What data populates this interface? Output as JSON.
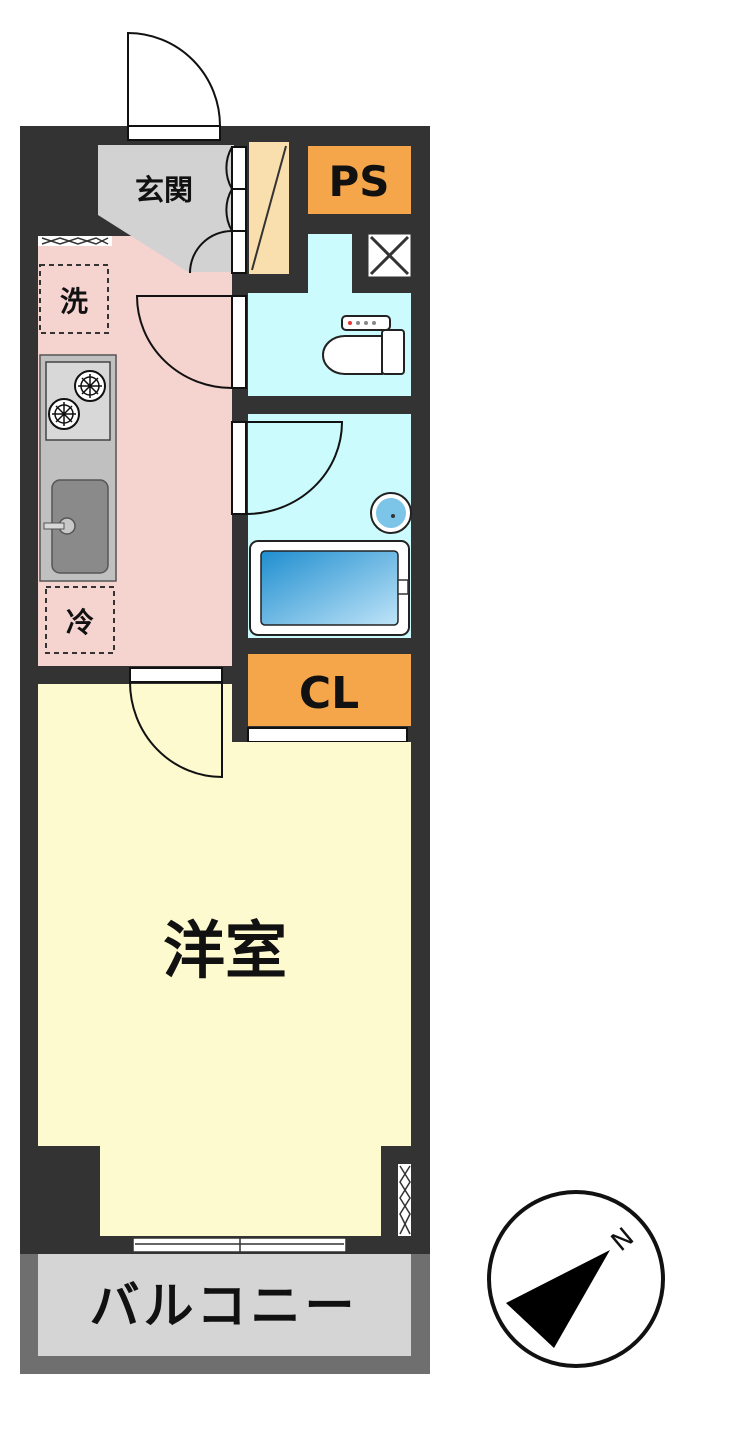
{
  "rooms": {
    "entrance": "玄関",
    "washer": "洗",
    "fridge": "冷",
    "pipe_space": "PS",
    "closet": "CL",
    "western_room": "洋室",
    "balcony": "バルコニー"
  },
  "compass": {
    "north_label": "N"
  },
  "colors": {
    "wall": "#333333",
    "kitchen_floor": "#f5d3cf",
    "entrance_floor": "#d2d2d2",
    "wet_area_floor": "#ccfbfd",
    "room_floor": "#fefad0",
    "accent_orange": "#f5a64a",
    "balcony_floor": "#d5d5d5",
    "shoe_closet": "#f8dfad"
  }
}
